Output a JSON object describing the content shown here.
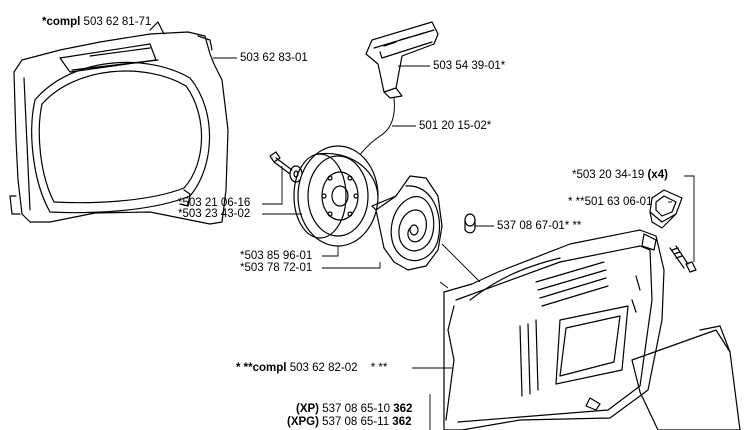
{
  "labels": {
    "compl_top_prefix": "*compl",
    "compl_top_num": "503 62 81-71",
    "housing": "503 62 83-01",
    "handle": "503 54 39-01*",
    "rope": "501 20 15-02*",
    "screw_x4_num": "*503 20 34-19",
    "screw_x4_qty": "(x4)",
    "bushing": "* **501 63 06-01",
    "screw_left": "*503 21 06-16",
    "washer_left": "*503 23 43-02",
    "spacer": "537 08 67-01* **",
    "pulley": "*503 85 96-01",
    "spring": "*503 78 72-01",
    "compl_bottom_prefix": "* **compl",
    "compl_bottom_num": "503 62 82-02",
    "compl_bottom_suffix": "* **",
    "xp_tag": "(XP)",
    "xp_num": "537 08 65-10",
    "xp_size": "362",
    "xpg_tag": "(XPG)",
    "xpg_num": "537 08 65-11",
    "xpg_size": "362"
  }
}
